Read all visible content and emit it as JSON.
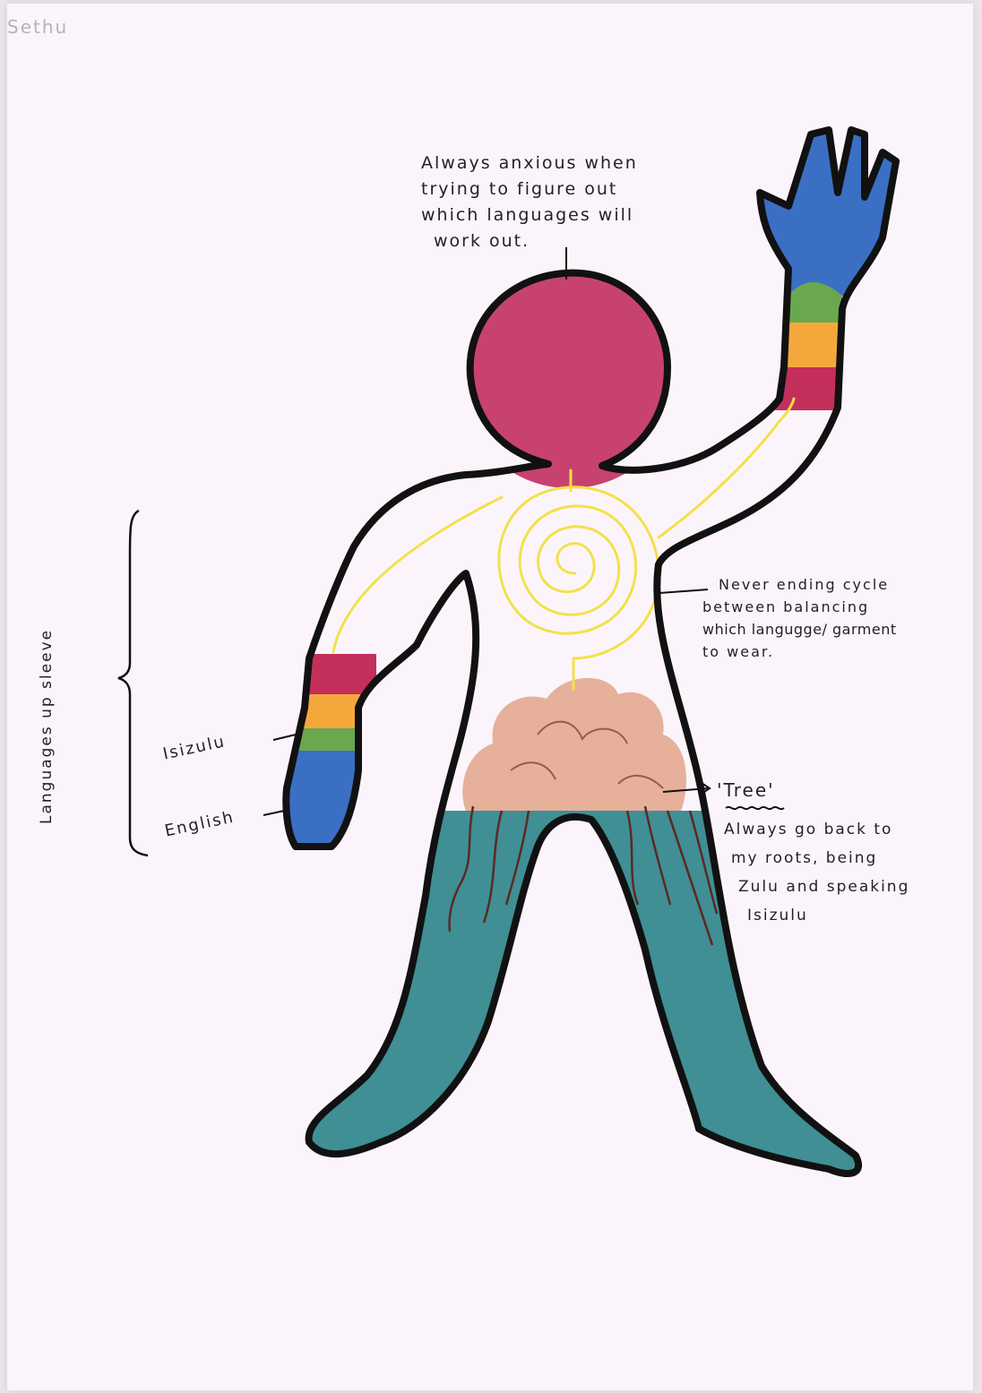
{
  "author": "Sethu",
  "annotations": {
    "head": [
      "Always anxious when",
      "trying to figure out",
      "which languages will",
      "work out."
    ],
    "spiral": [
      "Never ending cycle",
      "between balancing",
      "which langugge/ garment",
      "to wear."
    ],
    "tree_title": "'Tree'",
    "tree": [
      "Always go back to",
      "my roots, being",
      "Zulu and speaking",
      "Isizulu"
    ],
    "sleeve_label": "Languages up sleeve",
    "isizulu_label": "Isizulu",
    "english_label": "English"
  },
  "colors": {
    "head": "#c8426f",
    "spiral": "#f2e14a",
    "heart": "#e6b09a",
    "legs": "#3f8f95",
    "hand": "#3a6fc4",
    "band_red": "#c42f5b",
    "band_orange": "#f4a83c",
    "band_green": "#6aa84f",
    "outline": "#111111"
  }
}
